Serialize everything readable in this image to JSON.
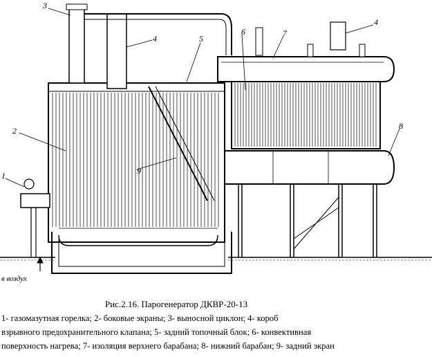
{
  "figure": {
    "callouts": [
      "1",
      "2",
      "3",
      "4",
      "5",
      "6",
      "7",
      "4",
      "8",
      "9"
    ],
    "air_label": "в воздух"
  },
  "caption": {
    "title": "Рис.2.16. Парогенератор ДКВР-20-13",
    "legend_lines": [
      "1- газомазутная горелка; 2- боковые экраны; 3- выносной циклон; 4- короб",
      "взрывного предохранительного клапана; 5- задний топочный блок; 6- конвективная",
      "поверхность нагрева; 7- изоляция верхнего барабана; 8- нижний барабан; 9- задний экран"
    ]
  }
}
